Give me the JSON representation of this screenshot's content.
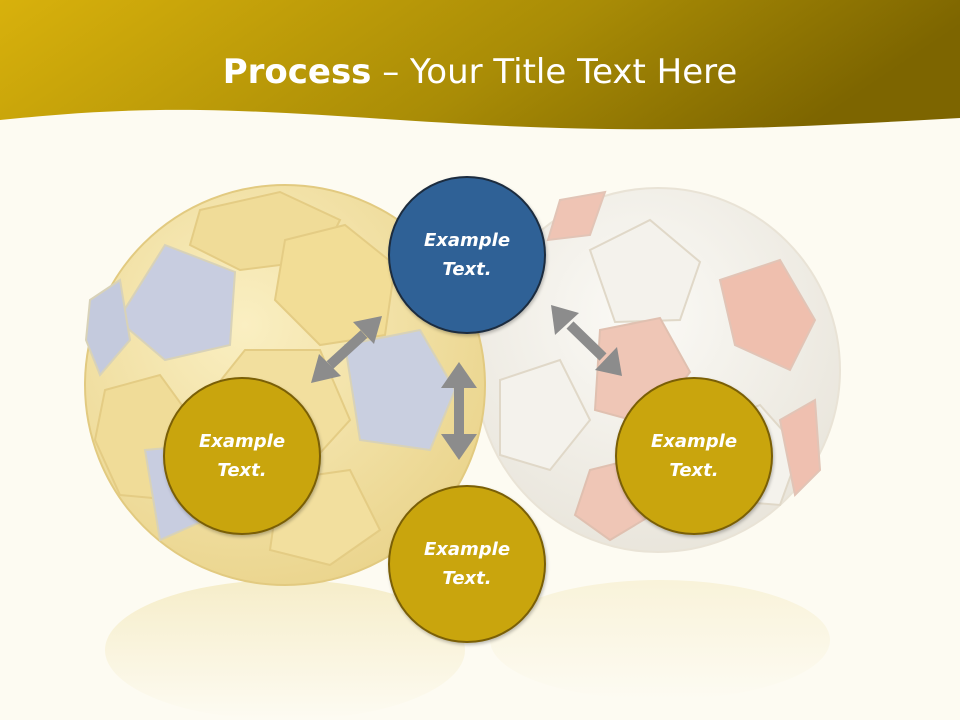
{
  "title": {
    "bold_part": "Process",
    "rest_part": " – Your Title Text Here"
  },
  "colors": {
    "header_gold": "#d8b10c",
    "header_dark": "#7d6500",
    "node_gold": "#c9a50d",
    "node_blue": "#2f6196",
    "arrow_gray": "#8c8c8c",
    "background": "#fdfbf2"
  },
  "nodes": {
    "top": {
      "line1": "Example",
      "line2": "Text."
    },
    "left": {
      "line1": "Example",
      "line2": "Text."
    },
    "bottom": {
      "line1": "Example",
      "line2": "Text."
    },
    "right": {
      "line1": "Example",
      "line2": "Text."
    }
  },
  "decor": {
    "left_ball": "yellow-blue-soccer-ball",
    "right_ball": "white-red-soccer-ball",
    "arrows": [
      "double-arrow-icon",
      "double-arrow-icon",
      "double-arrow-icon"
    ]
  }
}
